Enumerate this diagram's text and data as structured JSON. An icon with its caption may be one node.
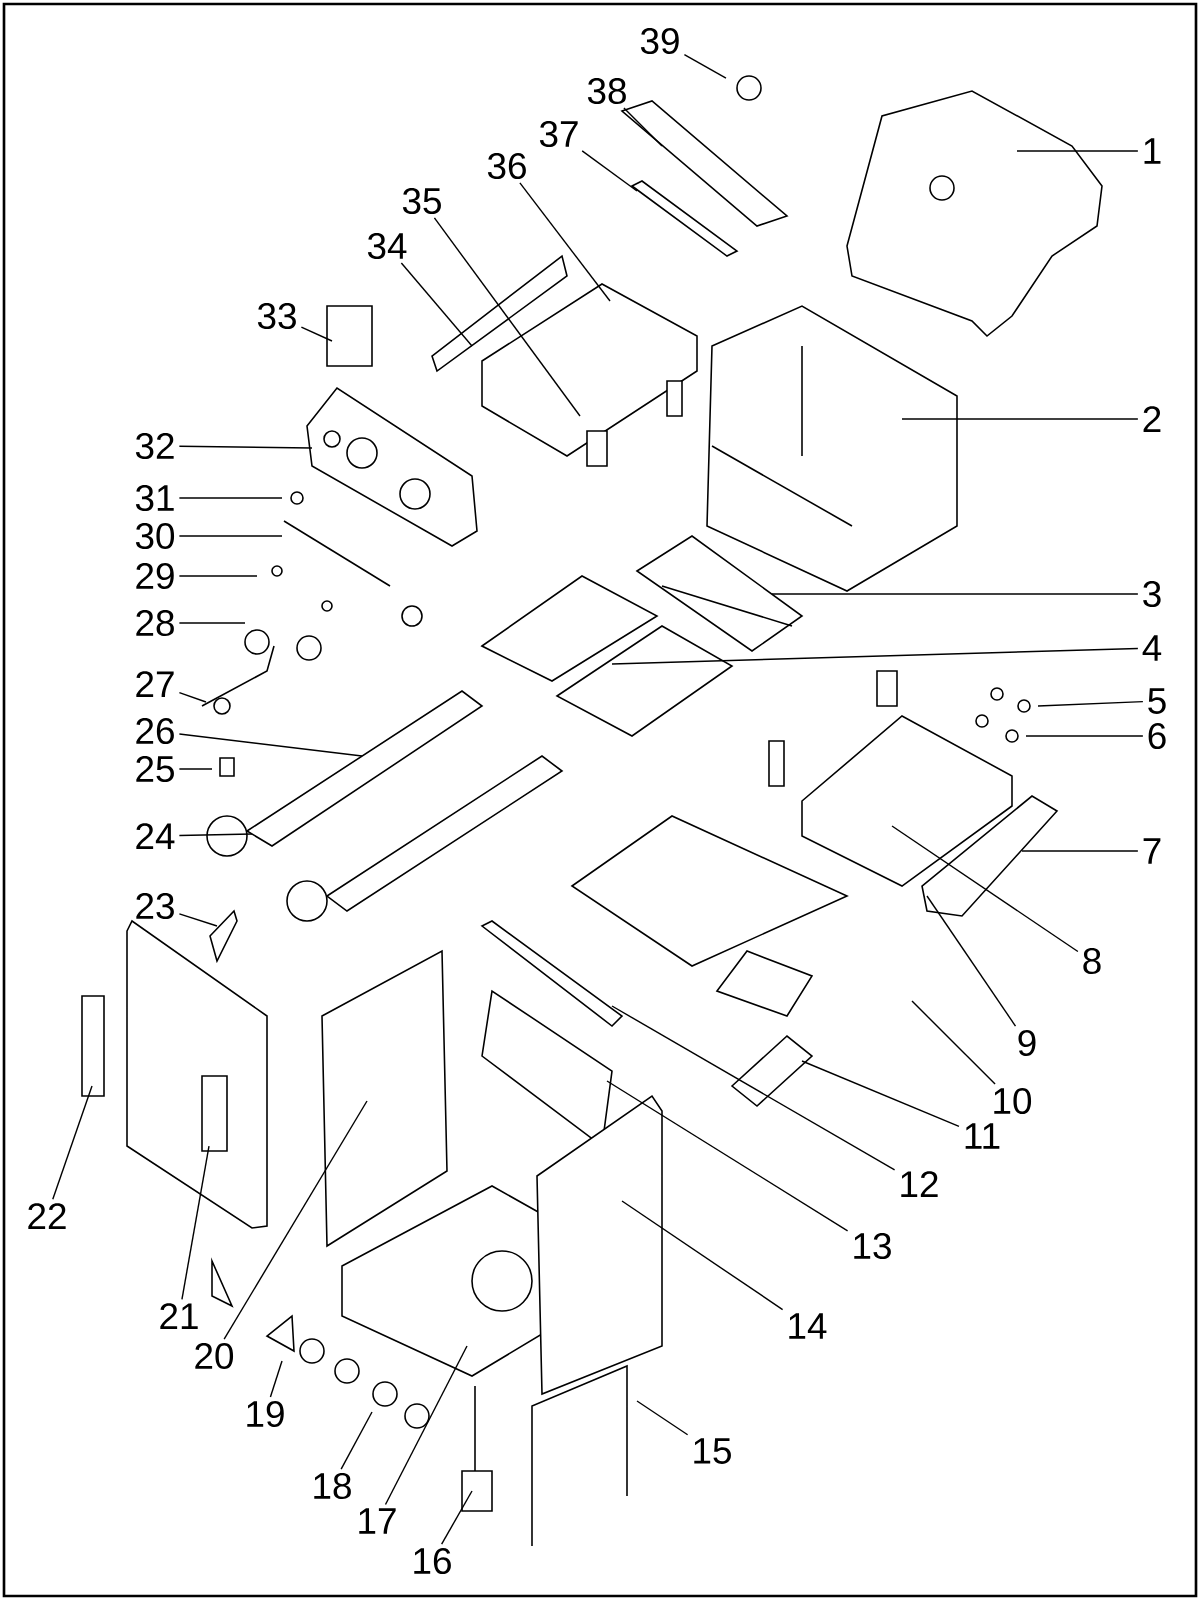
{
  "diagram": {
    "nodes": [
      {
        "text": [
          "1"
        ]
      },
      {
        "text": [
          "2"
        ]
      },
      {
        "text": [
          "3"
        ]
      },
      {
        "text": [
          "4"
        ]
      },
      {
        "text": [
          "5"
        ]
      },
      {
        "text": [
          "6"
        ]
      },
      {
        "text": [
          "7"
        ]
      },
      {
        "text": [
          "8"
        ]
      },
      {
        "text": [
          "9"
        ]
      },
      {
        "text": [
          "10"
        ]
      },
      {
        "text": [
          "11"
        ]
      },
      {
        "text": [
          "12"
        ]
      },
      {
        "text": [
          "13"
        ]
      },
      {
        "text": [
          "14"
        ]
      },
      {
        "text": [
          "15"
        ]
      },
      {
        "text": [
          "16"
        ]
      },
      {
        "text": [
          "17"
        ]
      },
      {
        "text": [
          "18"
        ]
      },
      {
        "text": [
          "19"
        ]
      },
      {
        "text": [
          "20"
        ]
      },
      {
        "text": [
          "21"
        ]
      },
      {
        "text": [
          "22"
        ]
      },
      {
        "text": [
          "23"
        ]
      },
      {
        "text": [
          "24"
        ]
      },
      {
        "text": [
          "25"
        ]
      },
      {
        "text": [
          "26"
        ]
      },
      {
        "text": [
          "27"
        ]
      },
      {
        "text": [
          "28"
        ]
      },
      {
        "text": [
          "29"
        ]
      },
      {
        "text": [
          "30"
        ]
      },
      {
        "text": [
          "31"
        ]
      },
      {
        "text": [
          "32"
        ]
      },
      {
        "text": [
          "33"
        ]
      },
      {
        "text": [
          "34"
        ]
      },
      {
        "text": [
          "35"
        ]
      },
      {
        "text": [
          "36"
        ]
      },
      {
        "text": [
          "37"
        ]
      },
      {
        "text": [
          "38"
        ]
      },
      {
        "text": [
          "39"
        ]
      }
    ],
    "edges": [
      {
        "from": 0,
        "to": null,
        "arrow": "none"
      },
      {
        "from": 1,
        "to": null,
        "arrow": "none"
      },
      {
        "from": 2,
        "to": null,
        "arrow": "none"
      },
      {
        "from": 3,
        "to": null,
        "arrow": "none"
      },
      {
        "from": 4,
        "to": null,
        "arrow": "none"
      },
      {
        "from": 5,
        "to": null,
        "arrow": "none"
      },
      {
        "from": 6,
        "to": null,
        "arrow": "none"
      },
      {
        "from": 7,
        "to": null,
        "arrow": "none"
      },
      {
        "from": 8,
        "to": null,
        "arrow": "none"
      },
      {
        "from": 9,
        "to": null,
        "arrow": "none"
      },
      {
        "from": 10,
        "to": null,
        "arrow": "none"
      },
      {
        "from": 11,
        "to": null,
        "arrow": "none"
      },
      {
        "from": 12,
        "to": null,
        "arrow": "none"
      },
      {
        "from": 13,
        "to": null,
        "arrow": "none"
      },
      {
        "from": 14,
        "to": null,
        "arrow": "none"
      },
      {
        "from": 15,
        "to": null,
        "arrow": "none"
      },
      {
        "from": 16,
        "to": null,
        "arrow": "none"
      },
      {
        "from": 17,
        "to": null,
        "arrow": "none"
      },
      {
        "from": 18,
        "to": null,
        "arrow": "none"
      },
      {
        "from": 19,
        "to": null,
        "arrow": "none"
      },
      {
        "from": 20,
        "to": null,
        "arrow": "none"
      },
      {
        "from": 21,
        "to": null,
        "arrow": "none"
      },
      {
        "from": 22,
        "to": null,
        "arrow": "none"
      },
      {
        "from": 23,
        "to": null,
        "arrow": "none"
      },
      {
        "from": 24,
        "to": null,
        "arrow": "none"
      },
      {
        "from": 25,
        "to": null,
        "arrow": "none"
      },
      {
        "from": 26,
        "to": null,
        "arrow": "none"
      },
      {
        "from": 27,
        "to": null,
        "arrow": "none"
      },
      {
        "from": 28,
        "to": null,
        "arrow": "none"
      },
      {
        "from": 29,
        "to": null,
        "arrow": "none"
      },
      {
        "from": 30,
        "to": null,
        "arrow": "none"
      },
      {
        "from": 31,
        "to": null,
        "arrow": "none"
      },
      {
        "from": 32,
        "to": null,
        "arrow": "none"
      },
      {
        "from": 33,
        "to": null,
        "arrow": "none"
      },
      {
        "from": 34,
        "to": null,
        "arrow": "none"
      },
      {
        "from": 35,
        "to": null,
        "arrow": "none"
      },
      {
        "from": 36,
        "to": null,
        "arrow": "none"
      },
      {
        "from": 37,
        "to": null,
        "arrow": "none"
      },
      {
        "from": 38,
        "to": null,
        "arrow": "none"
      }
    ]
  }
}
